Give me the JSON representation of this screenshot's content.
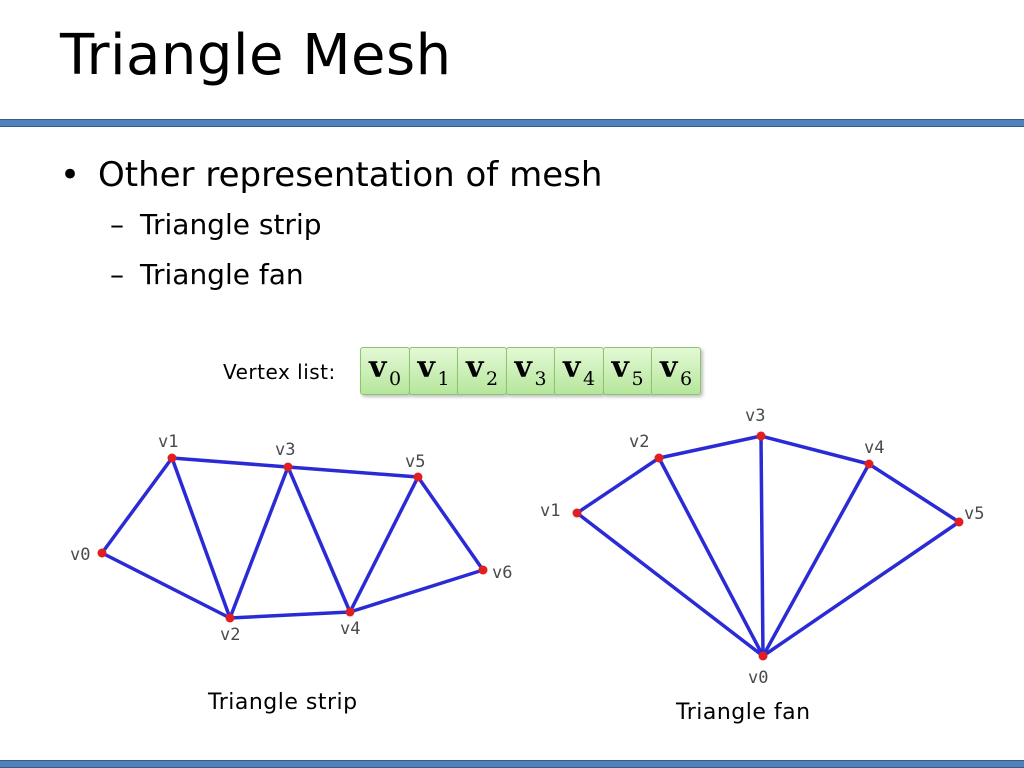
{
  "slide": {
    "title": "Triangle Mesh",
    "bullet": "Other representation of mesh",
    "sub_bullets": [
      "Triangle strip",
      "Triangle fan"
    ],
    "bullet_marker": "•",
    "dash_marker": "–"
  },
  "vertex_list": {
    "label": "Vertex list:",
    "letter": "v",
    "subscripts": [
      "0",
      "1",
      "2",
      "3",
      "4",
      "5",
      "6"
    ]
  },
  "strip": {
    "caption": "Triangle strip",
    "vertices": [
      {
        "name": "v0"
      },
      {
        "name": "v1"
      },
      {
        "name": "v2"
      },
      {
        "name": "v3"
      },
      {
        "name": "v4"
      },
      {
        "name": "v5"
      },
      {
        "name": "v6"
      }
    ]
  },
  "fan": {
    "caption": "Triangle fan",
    "vertices": [
      {
        "name": "v0"
      },
      {
        "name": "v1"
      },
      {
        "name": "v2"
      },
      {
        "name": "v3"
      },
      {
        "name": "v4"
      },
      {
        "name": "v5"
      }
    ]
  },
  "colors": {
    "rule": "#4f81bd",
    "edge": "#2b2bd6",
    "vertex": "#e02020",
    "label": "#4a4a4a",
    "vertex_box": "#c9efb3"
  }
}
